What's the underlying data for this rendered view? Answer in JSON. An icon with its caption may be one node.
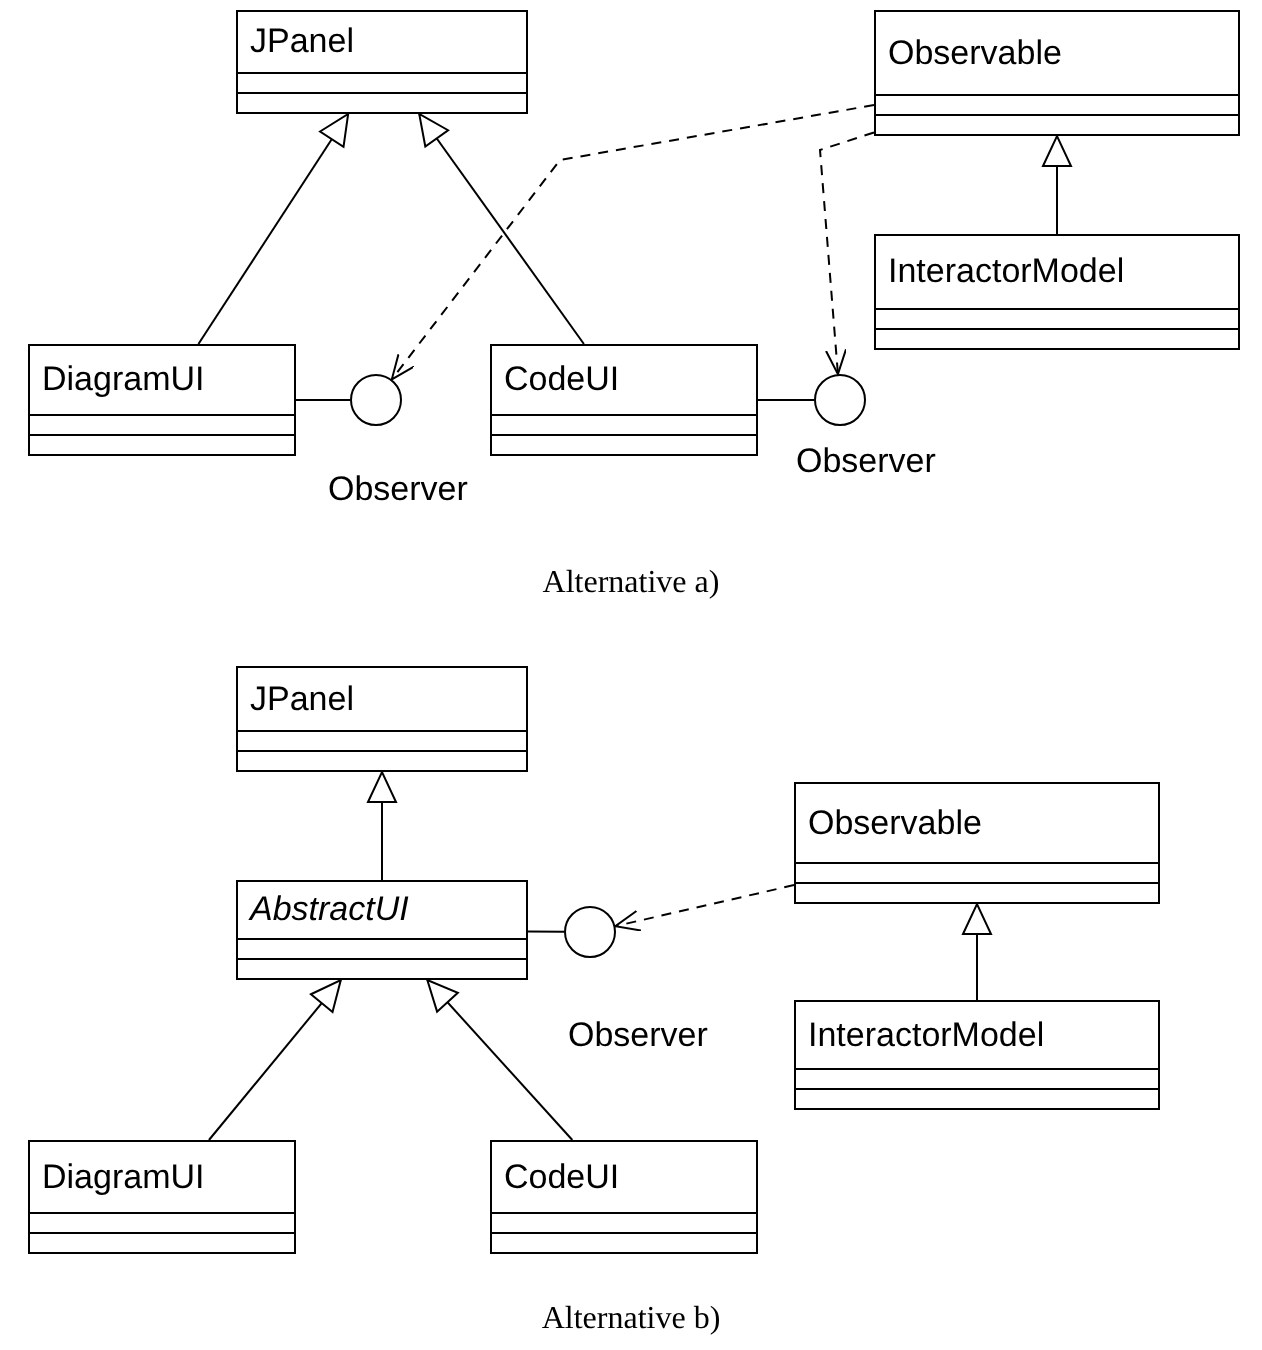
{
  "diagram": {
    "nodes": [
      {
        "text": [
          "JPanel"
        ]
      },
      {
        "text": [
          "Observable"
        ]
      },
      {
        "text": [
          "InteractorModel"
        ]
      },
      {
        "text": [
          "DiagramUI"
        ]
      },
      {
        "text": [],
        "shape": "circle",
        "beside": [
          "Observer"
        ]
      },
      {
        "text": [
          "CodeUI"
        ]
      },
      {
        "text": [],
        "shape": "circle",
        "beside": [
          "Observer"
        ]
      },
      {
        "text": [
          "JPanel"
        ]
      },
      {
        "text": [
          "Observable"
        ]
      },
      {
        "text": [
          "AbstractUI"
        ]
      },
      {
        "text": [],
        "shape": "circle",
        "beside": [
          "Observer"
        ]
      },
      {
        "text": [
          "InteractorModel"
        ]
      },
      {
        "text": [
          "DiagramUI"
        ]
      },
      {
        "text": [
          "CodeUI"
        ]
      }
    ],
    "edges": [
      {
        "from": 3,
        "to": 0,
        "arrow": "to"
      },
      {
        "from": 5,
        "to": 0,
        "arrow": "to"
      },
      {
        "from": 2,
        "to": 1,
        "arrow": "to"
      },
      {
        "from": 3,
        "to": 4,
        "arrow": "none"
      },
      {
        "from": 5,
        "to": 6,
        "arrow": "none"
      },
      {
        "from": 1,
        "to": 4,
        "arrow": "to",
        "style": "dashed"
      },
      {
        "from": 1,
        "to": 6,
        "arrow": "to",
        "style": "dashed"
      },
      {
        "from": 9,
        "to": 7,
        "arrow": "to"
      },
      {
        "from": 12,
        "to": 9,
        "arrow": "to"
      },
      {
        "from": 13,
        "to": 9,
        "arrow": "to"
      },
      {
        "from": 9,
        "to": 10,
        "arrow": "none"
      },
      {
        "from": 11,
        "to": 8,
        "arrow": "to"
      },
      {
        "from": 8,
        "to": 10,
        "arrow": "to",
        "style": "dashed"
      }
    ],
    "labels": [
      "Alternative a)",
      "Alternative b)"
    ]
  }
}
